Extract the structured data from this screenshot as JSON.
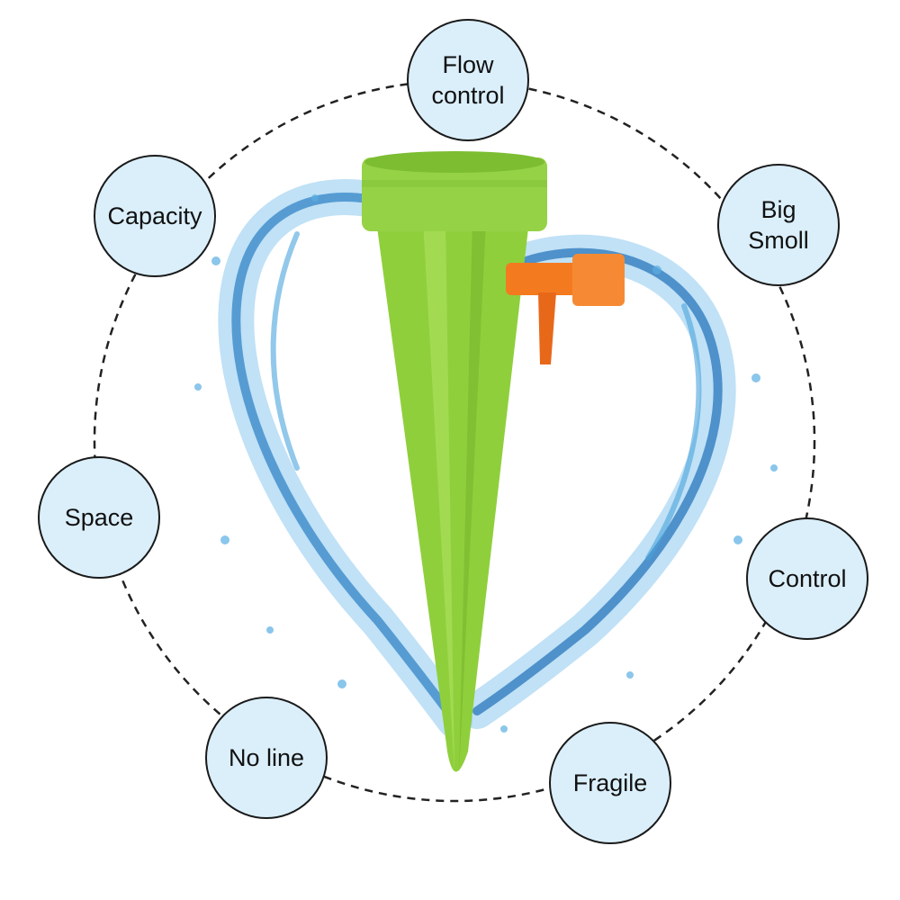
{
  "colors": {
    "bubble_fill": "#dbeffb",
    "bubble_border": "#1a1a1a",
    "spike_green": "#8fcf3c",
    "valve_orange": "#f47a20",
    "water_blue": "#2f8fd0"
  },
  "labels": {
    "flow_control": "Flow\ncontrol",
    "capacity": "Capacity",
    "big_smoll": "Big\nSmoll",
    "space": "Space",
    "control": "Control",
    "no_line": "No line",
    "fragile": "Fragile"
  }
}
